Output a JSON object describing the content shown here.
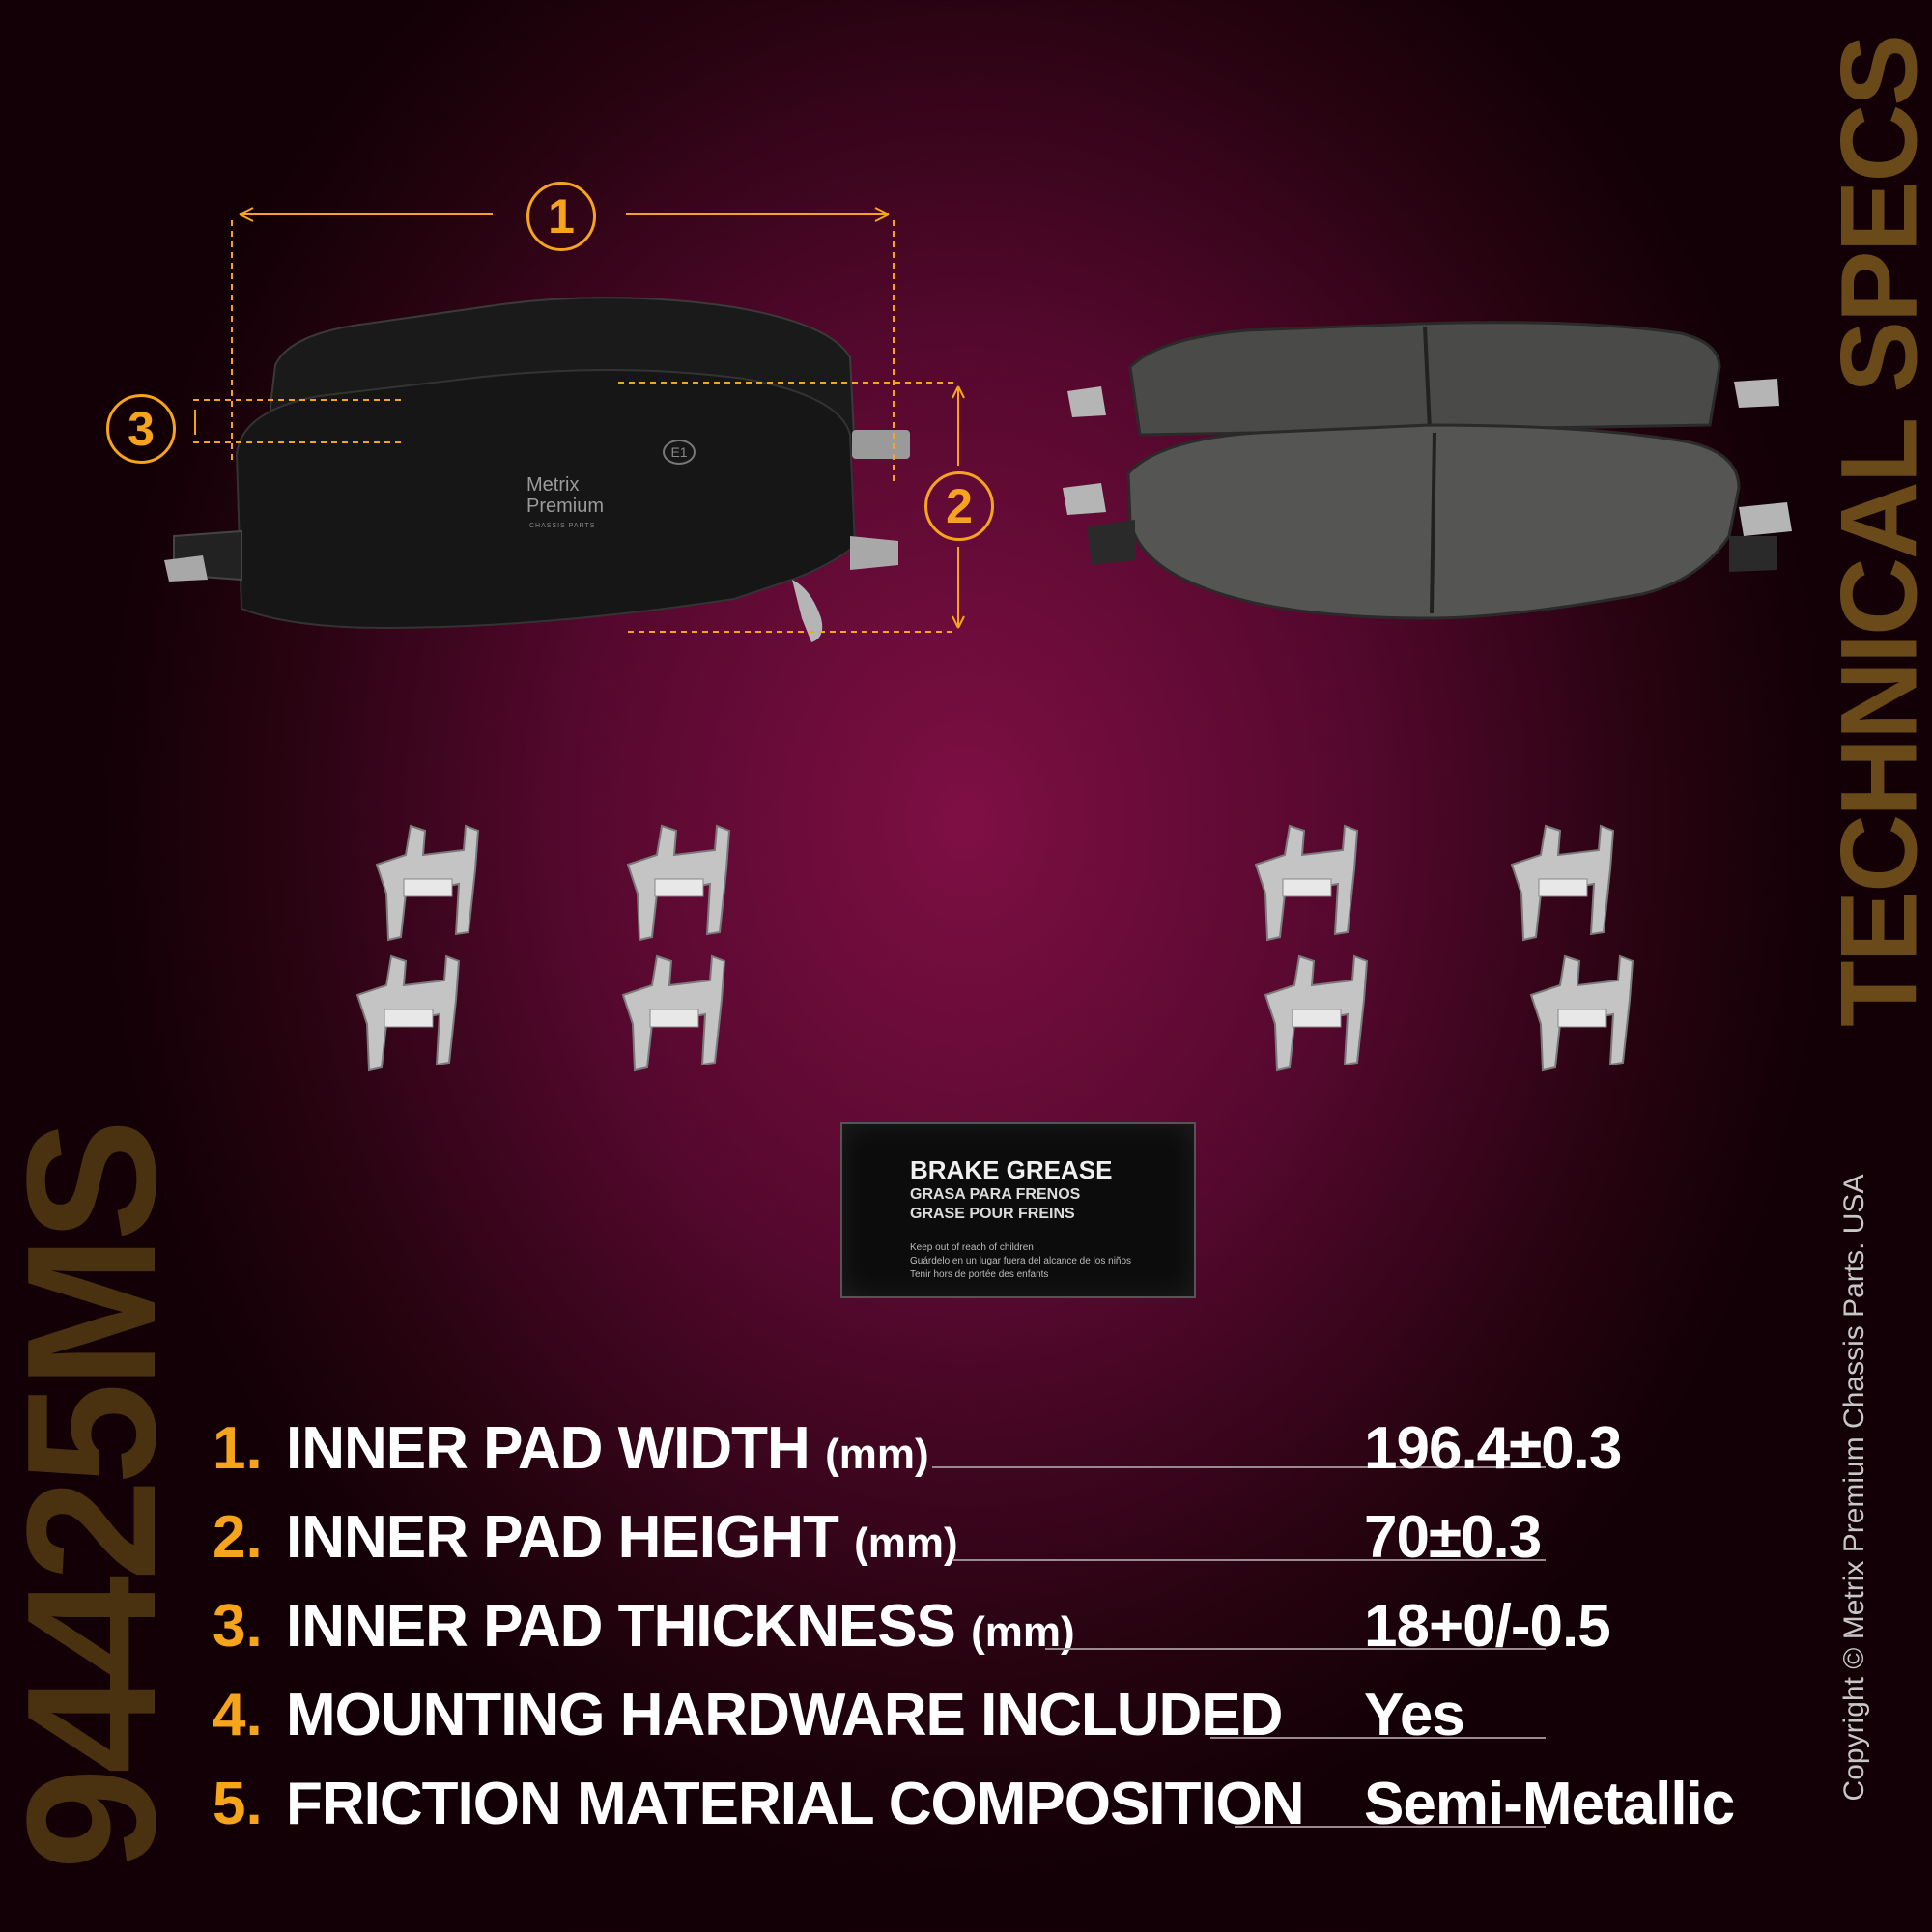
{
  "side_title": "TECHNICAL SPECS",
  "part_number": "94425MS",
  "copyright": "Copyright © Metrix Premium Chassis Parts. USA",
  "diagram": {
    "badge_1": "1",
    "badge_2": "2",
    "badge_3": "3"
  },
  "pad_logo": {
    "brand_line1": "Metrix",
    "brand_line2": "Premium",
    "brand_line3": "CHASSIS PARTS",
    "cert_mark": "E1"
  },
  "grease_packet": {
    "title": "BRAKE GREASE",
    "line_es": "GRASA PARA FRENOS",
    "line_fr": "GRASE POUR FREINS",
    "warn_en": "Keep out of reach of children",
    "warn_es": "Guárdelo en un lugar fuera del alcance de los niños",
    "warn_fr": "Tenir hors de portée des enfants"
  },
  "specs": [
    {
      "num": "1.",
      "label": "INNER PAD WIDTH",
      "unit": "(mm)",
      "value": "196.4±0.3"
    },
    {
      "num": "2.",
      "label": "INNER PAD HEIGHT",
      "unit": "(mm)",
      "value": "70±0.3"
    },
    {
      "num": "3.",
      "label": "INNER PAD THICKNESS",
      "unit": "(mm)",
      "value": "18+0/-0.5"
    },
    {
      "num": "4.",
      "label": "MOUNTING HARDWARE INCLUDED",
      "unit": "",
      "value": "Yes"
    },
    {
      "num": "5.",
      "label": "FRICTION MATERIAL COMPOSITION",
      "unit": "",
      "value": "Semi-Metallic"
    }
  ],
  "colors": {
    "accent": "#f5a41c",
    "background": "#6a0c3a",
    "text": "#ffffff"
  }
}
